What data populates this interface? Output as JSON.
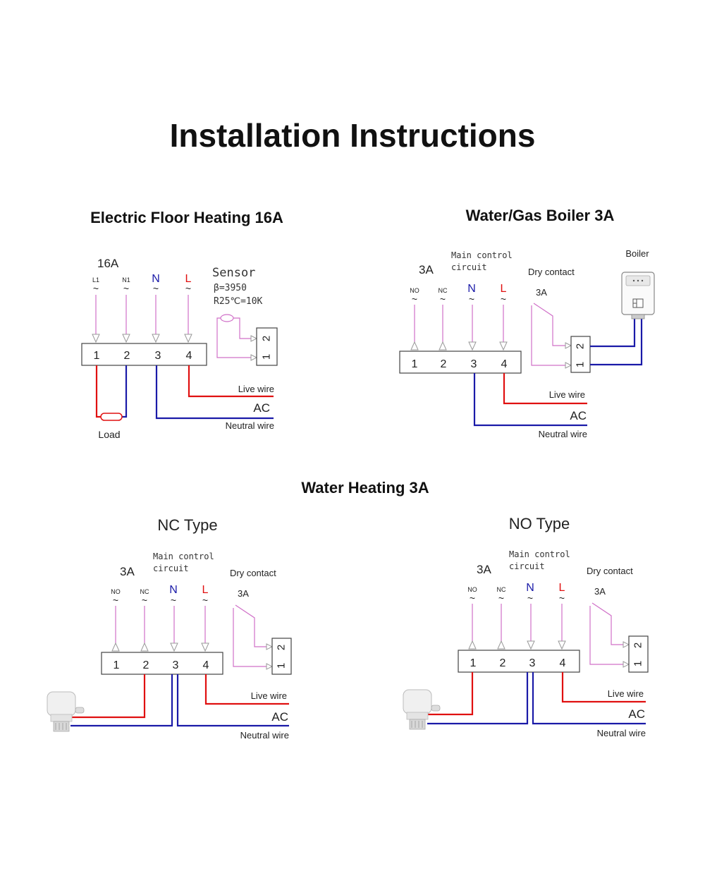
{
  "page_title": "Installation Instructions",
  "wire_labels": {
    "live": "Live wire",
    "ac": "AC",
    "neutral": "Neutral wire"
  },
  "terminals": [
    "1",
    "2",
    "3",
    "4"
  ],
  "tilde": "~",
  "colors": {
    "pink": "#d070c8",
    "red": "#e01010",
    "blue": "#1a1aa8"
  },
  "electric": {
    "title": "Electric Floor Heating 16A",
    "rating": "16A",
    "inputs": [
      "L1",
      "N1",
      "N",
      "L"
    ],
    "sensor": {
      "label": "Sensor",
      "beta": "β=3950",
      "r25": "R25℃=10K",
      "pins": [
        "2",
        "1"
      ]
    },
    "load_label": "Load"
  },
  "boiler": {
    "title": "Water/Gas Boiler 3A",
    "rating": "3A",
    "main_control": [
      "Main control",
      "circuit"
    ],
    "inputs": [
      "NO",
      "NC",
      "N",
      "L"
    ],
    "dry_contact": "Dry contact",
    "dry_rating": "3A",
    "boiler_label": "Boiler",
    "pins": [
      "2",
      "1"
    ]
  },
  "water_heating": {
    "title": "Water Heating 3A",
    "nc": {
      "title": "NC Type",
      "rating": "3A",
      "main_control": [
        "Main control",
        "circuit"
      ],
      "inputs": [
        "NO",
        "NC",
        "N",
        "L"
      ],
      "dry_contact": "Dry contact",
      "dry_rating": "3A",
      "pins": [
        "2",
        "1"
      ]
    },
    "no": {
      "title": "NO Type",
      "rating": "3A",
      "main_control": [
        "Main control",
        "circuit"
      ],
      "inputs": [
        "NO",
        "NC",
        "N",
        "L"
      ],
      "dry_contact": "Dry contact",
      "dry_rating": "3A",
      "pins": [
        "2",
        "1"
      ]
    }
  }
}
